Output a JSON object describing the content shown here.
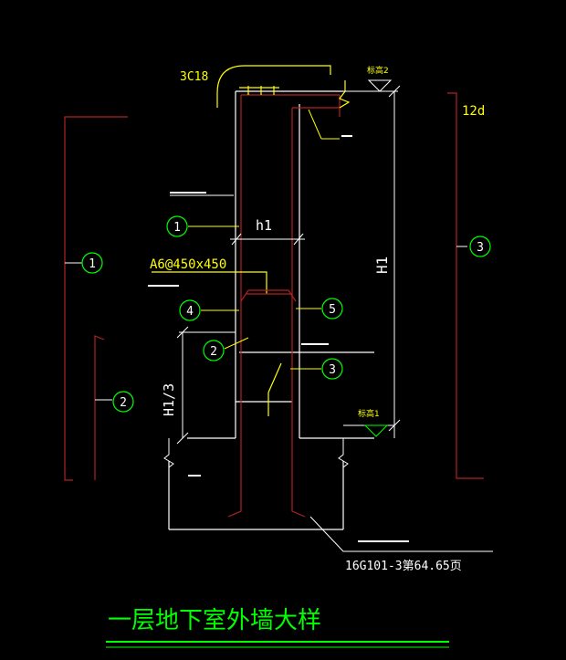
{
  "colors": {
    "background": "#000000",
    "wall": "#b22222",
    "dim": "#ffffff",
    "callout": "#00ff00",
    "bar": "#ffff00",
    "title": "#00ff00"
  },
  "labels": {
    "rebar_3c18": "3C18",
    "rebar_12d": "12d",
    "dim_h1": "h1",
    "dim_H1": "H1",
    "dim_H1_third": "H1/3",
    "tie_spec": "A6@450x450",
    "note_standard": "16G101-3第64.65页",
    "title": "一层地下室外墙大样",
    "elev_top": "标高2",
    "elev_bottom": "标高1"
  },
  "callouts": {
    "left_1": "1",
    "left_2": "2",
    "right_3": "3",
    "c1": "1",
    "c2": "2",
    "c3": "3",
    "c4": "4",
    "c5": "5"
  }
}
